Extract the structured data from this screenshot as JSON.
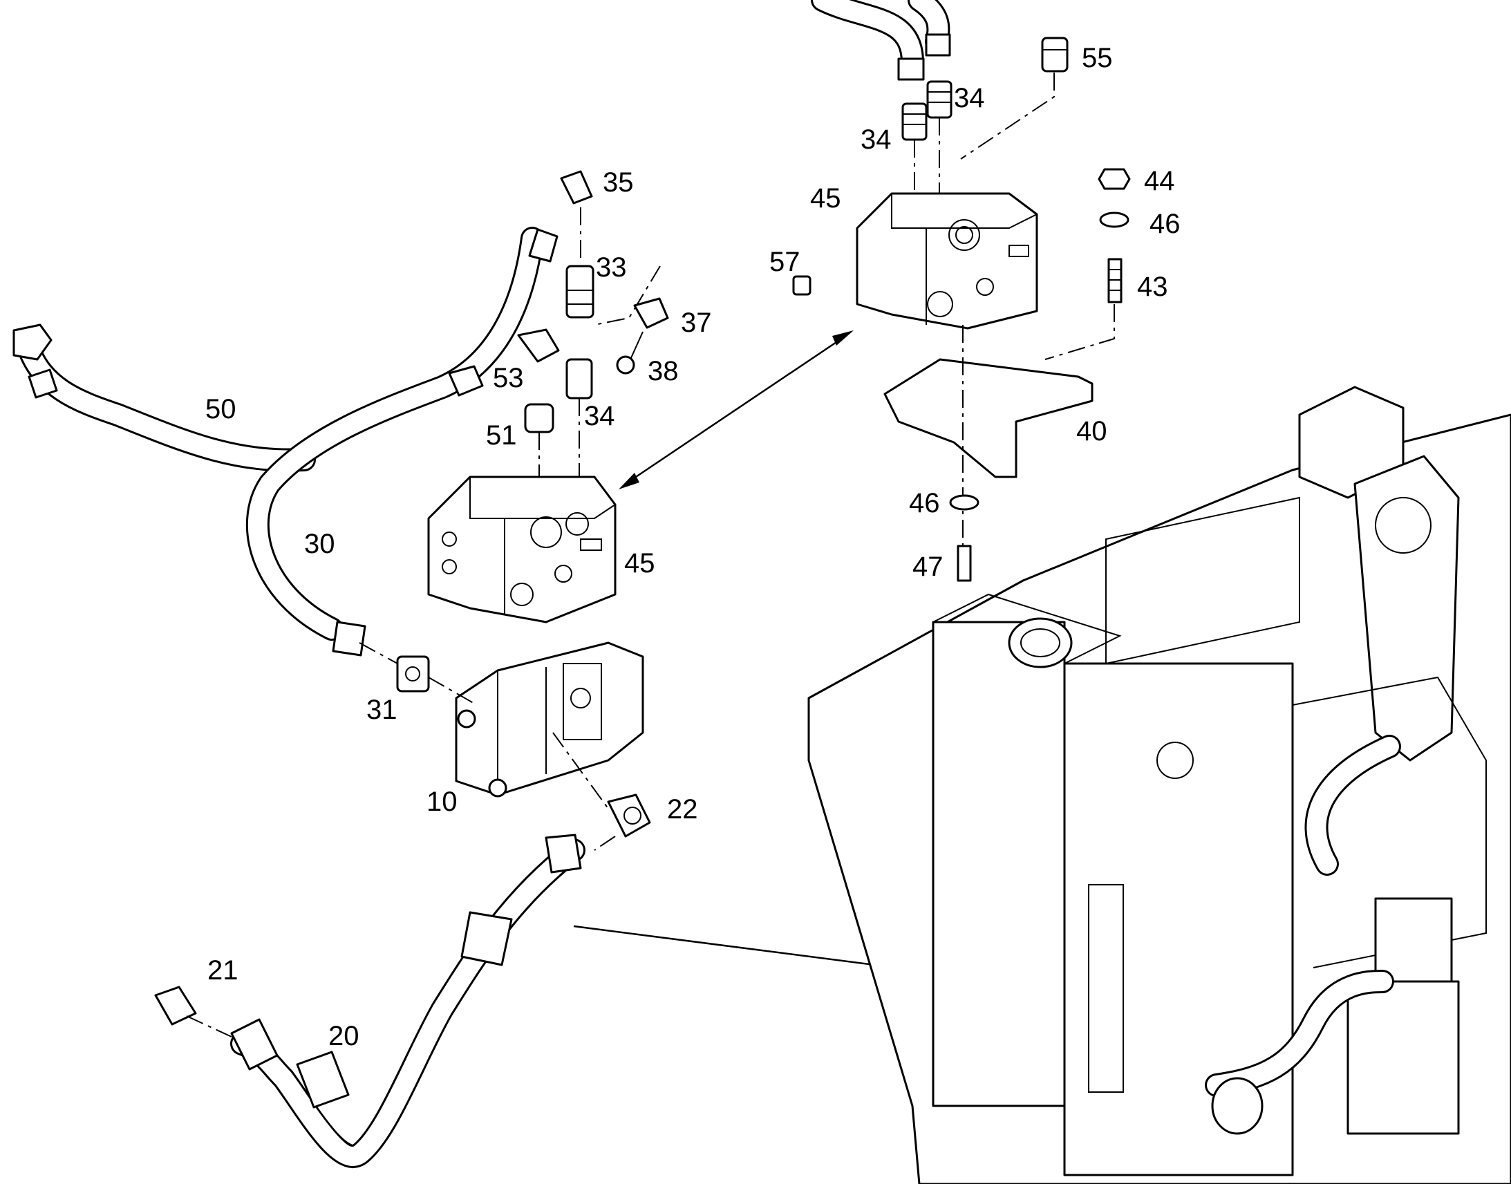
{
  "callouts": {
    "c55": "55",
    "c34a": "34",
    "c34b": "34",
    "c34c": "34",
    "c45a": "45",
    "c45b": "45",
    "c44": "44",
    "c46a": "46",
    "c46b": "46",
    "c43": "43",
    "c57": "57",
    "c35": "35",
    "c33": "33",
    "c37": "37",
    "c38": "38",
    "c53": "53",
    "c50": "50",
    "c51": "51",
    "c40": "40",
    "c47": "47",
    "c30": "30",
    "c31": "31",
    "c10": "10",
    "c22": "22",
    "c21": "21",
    "c20": "20"
  },
  "colors": {
    "line": "#000000",
    "background": "#ffffff"
  }
}
